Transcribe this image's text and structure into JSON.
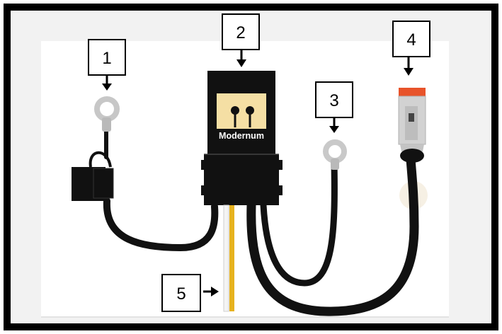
{
  "diagram": {
    "brand_label": "Modernum",
    "callouts": [
      {
        "id": "1",
        "label": "1"
      },
      {
        "id": "2",
        "label": "2"
      },
      {
        "id": "3",
        "label": "3"
      },
      {
        "id": "4",
        "label": "4"
      },
      {
        "id": "5",
        "label": "5"
      }
    ]
  },
  "colors": {
    "frame_border": "#000000",
    "outer_background": "#f2f2f2",
    "panel_background": "#ffffff",
    "cable": "#111111",
    "module_window": "#f5dfa4",
    "ring_terminal": "#c9c9c9",
    "connector_cap": "#e8532a",
    "connector_body": "#cfcfcf",
    "fuse_wire_yellow": "#e6b21e",
    "fuse_wire_white": "#f4f4f4"
  }
}
